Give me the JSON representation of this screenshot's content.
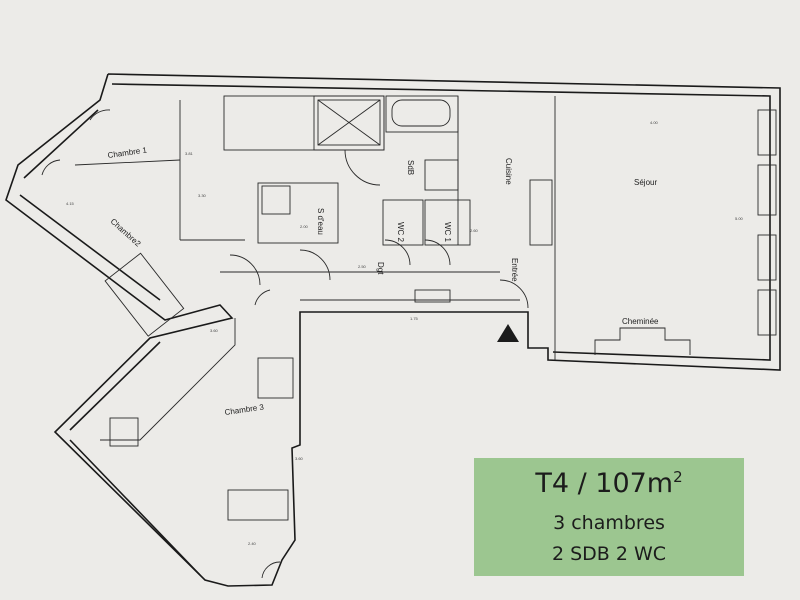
{
  "rooms": {
    "chambre1": "Chambre 1",
    "chambre2": "Chambre2",
    "chambre3": "Chambre 3",
    "sdb": "SdB",
    "salle_eau": "S d'eau",
    "cuisine": "Cuisine",
    "sejour": "Séjour",
    "wc2": "WC 2",
    "wc1": "WC 1",
    "dgt": "Dgt",
    "entree": "Entrée",
    "cheminee": "Cheminée"
  },
  "dimensions": [
    "4.00",
    "3.81",
    "3.30",
    "4.15",
    "2.50",
    "2.00",
    "1.75",
    "5.00",
    "3.60",
    "3.60",
    "2.40",
    "2.60"
  ],
  "info": {
    "title": "T4 / 107m",
    "title_sup": "2",
    "line1": "3 chambres",
    "line2": "2 SDB 2 WC"
  },
  "colors": {
    "background": "#ecebe8",
    "info_box": "#9cc690",
    "walls": "#1a1a1a"
  }
}
